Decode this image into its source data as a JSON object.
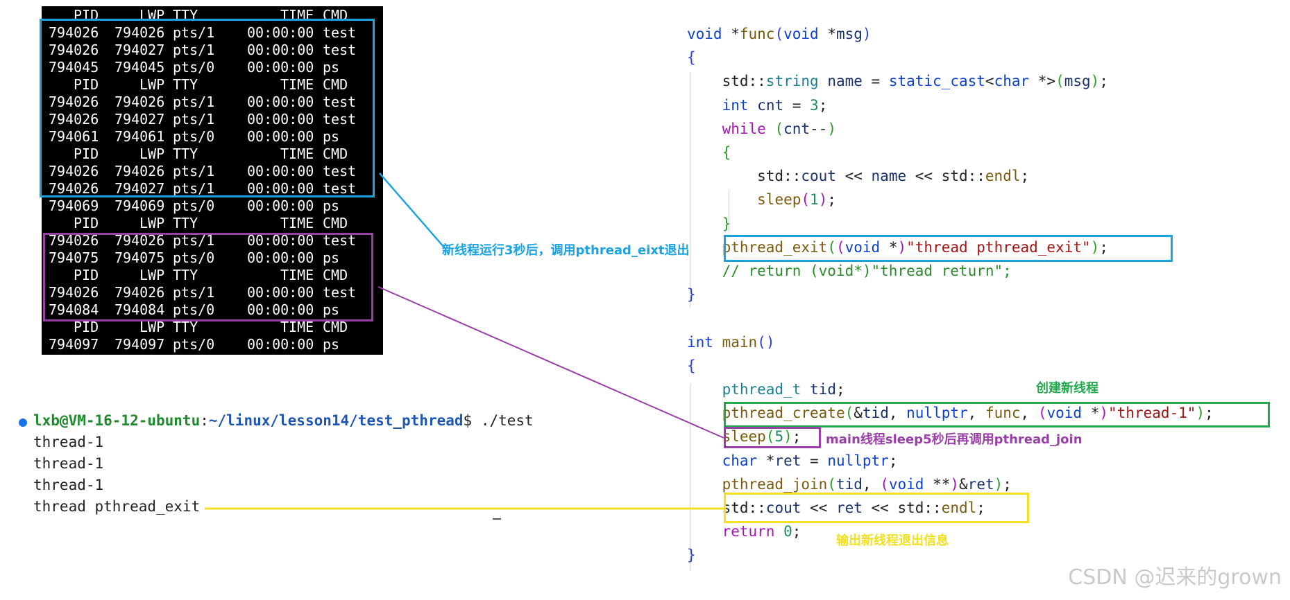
{
  "terminal": {
    "rows": [
      {
        "header": true,
        "pid": "PID",
        "lwp": "LWP",
        "tty": "TTY",
        "time": "TIME",
        "cmd": "CMD"
      },
      {
        "header": false,
        "pid": "794026",
        "lwp": "794026",
        "tty": "pts/1",
        "time": "00:00:00",
        "cmd": "test"
      },
      {
        "header": false,
        "pid": "794026",
        "lwp": "794027",
        "tty": "pts/1",
        "time": "00:00:00",
        "cmd": "test"
      },
      {
        "header": false,
        "pid": "794045",
        "lwp": "794045",
        "tty": "pts/0",
        "time": "00:00:00",
        "cmd": "ps"
      },
      {
        "header": true,
        "pid": "PID",
        "lwp": "LWP",
        "tty": "TTY",
        "time": "TIME",
        "cmd": "CMD"
      },
      {
        "header": false,
        "pid": "794026",
        "lwp": "794026",
        "tty": "pts/1",
        "time": "00:00:00",
        "cmd": "test"
      },
      {
        "header": false,
        "pid": "794026",
        "lwp": "794027",
        "tty": "pts/1",
        "time": "00:00:00",
        "cmd": "test"
      },
      {
        "header": false,
        "pid": "794061",
        "lwp": "794061",
        "tty": "pts/0",
        "time": "00:00:00",
        "cmd": "ps"
      },
      {
        "header": true,
        "pid": "PID",
        "lwp": "LWP",
        "tty": "TTY",
        "time": "TIME",
        "cmd": "CMD"
      },
      {
        "header": false,
        "pid": "794026",
        "lwp": "794026",
        "tty": "pts/1",
        "time": "00:00:00",
        "cmd": "test"
      },
      {
        "header": false,
        "pid": "794026",
        "lwp": "794027",
        "tty": "pts/1",
        "time": "00:00:00",
        "cmd": "test"
      },
      {
        "header": false,
        "pid": "794069",
        "lwp": "794069",
        "tty": "pts/0",
        "time": "00:00:00",
        "cmd": "ps"
      },
      {
        "header": true,
        "pid": "PID",
        "lwp": "LWP",
        "tty": "TTY",
        "time": "TIME",
        "cmd": "CMD"
      },
      {
        "header": false,
        "pid": "794026",
        "lwp": "794026",
        "tty": "pts/1",
        "time": "00:00:00",
        "cmd": "test"
      },
      {
        "header": false,
        "pid": "794075",
        "lwp": "794075",
        "tty": "pts/0",
        "time": "00:00:00",
        "cmd": "ps"
      },
      {
        "header": true,
        "pid": "PID",
        "lwp": "LWP",
        "tty": "TTY",
        "time": "TIME",
        "cmd": "CMD"
      },
      {
        "header": false,
        "pid": "794026",
        "lwp": "794026",
        "tty": "pts/1",
        "time": "00:00:00",
        "cmd": "test"
      },
      {
        "header": false,
        "pid": "794084",
        "lwp": "794084",
        "tty": "pts/0",
        "time": "00:00:00",
        "cmd": "ps"
      },
      {
        "header": true,
        "pid": "PID",
        "lwp": "LWP",
        "tty": "TTY",
        "time": "TIME",
        "cmd": "CMD"
      },
      {
        "header": false,
        "pid": "794097",
        "lwp": "794097",
        "tty": "pts/0",
        "time": "00:00:00",
        "cmd": "ps"
      }
    ]
  },
  "shell": {
    "user_host": "lxb@VM-16-12-ubuntu",
    "colon": ":",
    "path": "~/linux/lesson14/test_pthread",
    "dollar": "$",
    "command": " ./test",
    "output": [
      "thread-1",
      "thread-1",
      "thread-1",
      "thread pthread_exit"
    ]
  },
  "code": {
    "lines": [
      [
        [
          "kw",
          "void"
        ],
        [
          "pl",
          " *"
        ],
        [
          "fn",
          "func"
        ],
        [
          "br1",
          "("
        ],
        [
          "kw",
          "void"
        ],
        [
          "pl",
          " *"
        ],
        [
          "var",
          "msg"
        ],
        [
          "br1",
          ")"
        ]
      ],
      [
        [
          "br1",
          "{"
        ]
      ],
      [
        [
          "pl",
          "    std::"
        ],
        [
          "ty",
          "string"
        ],
        [
          "pl",
          " "
        ],
        [
          "var",
          "name"
        ],
        [
          "pl",
          " = "
        ],
        [
          "kw",
          "static_cast"
        ],
        [
          "pl",
          "<"
        ],
        [
          "kw",
          "char"
        ],
        [
          "pl",
          " *>"
        ],
        [
          "br2",
          "("
        ],
        [
          "var",
          "msg"
        ],
        [
          "br2",
          ")"
        ],
        [
          "pl",
          ";"
        ]
      ],
      [
        [
          "pl",
          "    "
        ],
        [
          "kw",
          "int"
        ],
        [
          "pl",
          " "
        ],
        [
          "var",
          "cnt"
        ],
        [
          "pl",
          " = "
        ],
        [
          "num",
          "3"
        ],
        [
          "pl",
          ";"
        ]
      ],
      [
        [
          "pl",
          "    "
        ],
        [
          "ctl",
          "while"
        ],
        [
          "pl",
          " "
        ],
        [
          "br2",
          "("
        ],
        [
          "var",
          "cnt"
        ],
        [
          "pl",
          "--"
        ],
        [
          "br2",
          ")"
        ]
      ],
      [
        [
          "pl",
          "    "
        ],
        [
          "br2",
          "{"
        ]
      ],
      [
        [
          "pl",
          "        std::"
        ],
        [
          "var",
          "cout"
        ],
        [
          "pl",
          " << "
        ],
        [
          "var",
          "name"
        ],
        [
          "pl",
          " << std::"
        ],
        [
          "fn",
          "endl"
        ],
        [
          "pl",
          ";"
        ]
      ],
      [
        [
          "pl",
          "        "
        ],
        [
          "fn",
          "sleep"
        ],
        [
          "br3",
          "("
        ],
        [
          "num",
          "1"
        ],
        [
          "br3",
          ")"
        ],
        [
          "pl",
          ";"
        ]
      ],
      [
        [
          "pl",
          "    "
        ],
        [
          "br2",
          "}"
        ]
      ],
      [
        [
          "pl",
          "    "
        ],
        [
          "fn",
          "pthread_exit"
        ],
        [
          "br2",
          "("
        ],
        [
          "br3",
          "("
        ],
        [
          "kw",
          "void"
        ],
        [
          "pl",
          " *"
        ],
        [
          "br3",
          ")"
        ],
        [
          "str",
          "\"thread pthread_exit\""
        ],
        [
          "br2",
          ")"
        ],
        [
          "pl",
          ";"
        ]
      ],
      [
        [
          "cm",
          "    // return (void*)\"thread return\";"
        ]
      ],
      [
        [
          "br1",
          "}"
        ]
      ],
      [
        [
          "pl",
          ""
        ]
      ],
      [
        [
          "kw",
          "int"
        ],
        [
          "pl",
          " "
        ],
        [
          "fn",
          "main"
        ],
        [
          "br1",
          "()"
        ]
      ],
      [
        [
          "br1",
          "{"
        ]
      ],
      [
        [
          "pl",
          "    "
        ],
        [
          "ty",
          "pthread_t"
        ],
        [
          "pl",
          " "
        ],
        [
          "var",
          "tid"
        ],
        [
          "pl",
          ";"
        ]
      ],
      [
        [
          "pl",
          "    "
        ],
        [
          "fn",
          "pthread_create"
        ],
        [
          "br2",
          "("
        ],
        [
          "pl",
          "&"
        ],
        [
          "var",
          "tid"
        ],
        [
          "pl",
          ", "
        ],
        [
          "kw",
          "nullptr"
        ],
        [
          "pl",
          ", "
        ],
        [
          "fn",
          "func"
        ],
        [
          "pl",
          ", "
        ],
        [
          "br3",
          "("
        ],
        [
          "kw",
          "void"
        ],
        [
          "pl",
          " *"
        ],
        [
          "br3",
          ")"
        ],
        [
          "str",
          "\"thread-1\""
        ],
        [
          "br2",
          ")"
        ],
        [
          "pl",
          ";"
        ]
      ],
      [
        [
          "pl",
          "    "
        ],
        [
          "fn",
          "sleep"
        ],
        [
          "br2",
          "("
        ],
        [
          "num",
          "5"
        ],
        [
          "br2",
          ")"
        ],
        [
          "pl",
          ";"
        ]
      ],
      [
        [
          "pl",
          "    "
        ],
        [
          "kw",
          "char"
        ],
        [
          "pl",
          " *"
        ],
        [
          "var",
          "ret"
        ],
        [
          "pl",
          " = "
        ],
        [
          "kw",
          "nullptr"
        ],
        [
          "pl",
          ";"
        ]
      ],
      [
        [
          "pl",
          "    "
        ],
        [
          "fn",
          "pthread_join"
        ],
        [
          "br2",
          "("
        ],
        [
          "var",
          "tid"
        ],
        [
          "pl",
          ", "
        ],
        [
          "br3",
          "("
        ],
        [
          "kw",
          "void"
        ],
        [
          "pl",
          " **"
        ],
        [
          "br3",
          ")"
        ],
        [
          "pl",
          "&"
        ],
        [
          "var",
          "ret"
        ],
        [
          "br2",
          ")"
        ],
        [
          "pl",
          ";"
        ]
      ],
      [
        [
          "pl",
          "    std::"
        ],
        [
          "var",
          "cout"
        ],
        [
          "pl",
          " << "
        ],
        [
          "var",
          "ret"
        ],
        [
          "pl",
          " << std::"
        ],
        [
          "fn",
          "endl"
        ],
        [
          "pl",
          ";"
        ]
      ],
      [
        [
          "pl",
          "    "
        ],
        [
          "ctl",
          "return"
        ],
        [
          "pl",
          " "
        ],
        [
          "num",
          "0"
        ],
        [
          "pl",
          ";"
        ]
      ],
      [
        [
          "br1",
          "}"
        ]
      ]
    ]
  },
  "annotations": {
    "exit_note": "新线程运行3秒后，调用pthread_eixt退出",
    "create_note": "创建新线程",
    "sleep_note": "main线程sleep5秒后再调用pthread_join",
    "output_note": "输出新线程退出信息"
  },
  "colors": {
    "blue": "#1aa3e0",
    "purple": "#9b3fa8",
    "green": "#22a84a",
    "yellow": "#f0e020"
  },
  "watermark": "CSDN @迟来的grown"
}
